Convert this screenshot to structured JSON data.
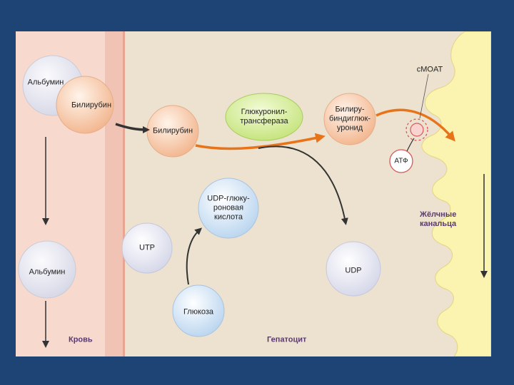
{
  "labels": {
    "albumin_top": "Альбумин",
    "bilirubin_blood": "Билирубин",
    "bilirubin_cell": "Билирубин",
    "enzyme": "Глюкуронил-\nтрансфераза",
    "bilirubin_diglucuronide": "Билиру-\nбиндиглюк-\nуронид",
    "cmoat": "cMOAT",
    "atp": "АТФ",
    "udp_glucuronic_acid": "UDP-глюку-\nроновая\nкислота",
    "utp": "UTP",
    "glucose": "Глюкоза",
    "udp": "UDP",
    "albumin_bottom": "Альбумин",
    "bile_canaliculi": "Жёлчные\nканальца",
    "blood": "Кровь",
    "hepatocyte": "Гепатоцит"
  },
  "colors": {
    "slide_background": "#1d4474",
    "cell_background": "#ede2cf",
    "blood_vessel": "#f7d8cc",
    "bile_canal": "#fbf3b0",
    "flow_arrow": "#e8741a",
    "enzyme_fill": "#d6ef9a",
    "bilirubin_fill": "#f7c6a6",
    "neutral_fill": "#e6e7f3"
  }
}
